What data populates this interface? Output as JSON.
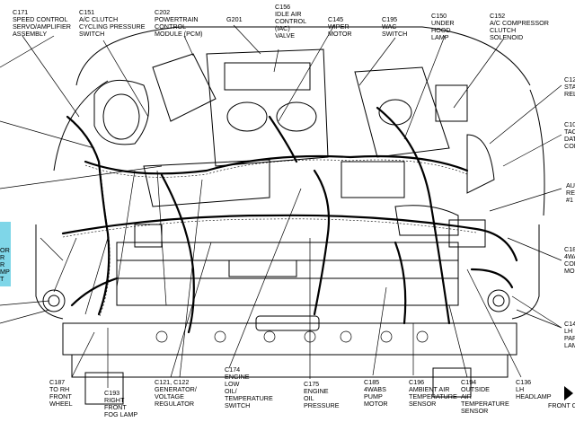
{
  "labels": {
    "c171": [
      "C171",
      "SPEED CONTROL",
      "SERVO/AMPLIFIER",
      "ASSEMBLY"
    ],
    "c151": [
      "C151",
      "A/C CLUTCH",
      "CYCLING PRESSURE",
      "SWITCH"
    ],
    "c202": [
      "C202",
      "POWERTRAIN",
      "CONTROL",
      "MODULE (PCM)"
    ],
    "g201": [
      "G201"
    ],
    "c156": [
      "C156",
      "IDLE AIR",
      "CONTROL",
      "(IAC)",
      "VALVE"
    ],
    "c145": [
      "C145",
      "WIPER",
      "MOTOR"
    ],
    "c195": [
      "C195",
      "WAC",
      "SWITCH"
    ],
    "c150": [
      "C150",
      "UNDER",
      "HOOD",
      "LAMP"
    ],
    "c152": [
      "C152",
      "A/C COMPRESSOR",
      "CLUTCH",
      "SOLENOID"
    ],
    "c12x": [
      "C12",
      "STA",
      "REL"
    ],
    "c10x": [
      "C10",
      "TAC",
      "DAT",
      "CON"
    ],
    "aux": [
      "AU",
      "REL",
      "#1"
    ],
    "c18x": [
      "C18",
      "4WA",
      "CON",
      "MO"
    ],
    "c14x": [
      "C14",
      "LH",
      "PAR",
      "LAM"
    ],
    "left_box": [
      "OR",
      "",
      "R",
      "R",
      "MP",
      "T"
    ],
    "c187": [
      "C187",
      "TO RH",
      "FRONT",
      "WHEEL"
    ],
    "c193": [
      "C193",
      "RIGHT",
      "FRONT",
      "FOG LAMP"
    ],
    "c121": [
      "C121, C122",
      "GENERATOR/",
      "VOLTAGE",
      "REGULATOR"
    ],
    "c174": [
      "C174",
      "ENGINE",
      "LOW",
      "OIL/",
      "TEMPERATURE",
      "SWITCH"
    ],
    "c175": [
      "C175",
      "ENGINE",
      "OIL",
      "PRESSURE"
    ],
    "c185": [
      "C185",
      "4WABS",
      "PUMP",
      "MOTOR"
    ],
    "c196": [
      "C196",
      "AMBIENT AIR",
      "TEMPERATURE",
      "SENSOR"
    ],
    "c194": [
      "C194",
      "OUTSIDE",
      "AIR",
      "TEMPERATURE",
      "SENSOR"
    ],
    "c136": [
      "C136",
      "LH",
      "HEADLAMP"
    ],
    "front": [
      "FRONT O"
    ]
  }
}
